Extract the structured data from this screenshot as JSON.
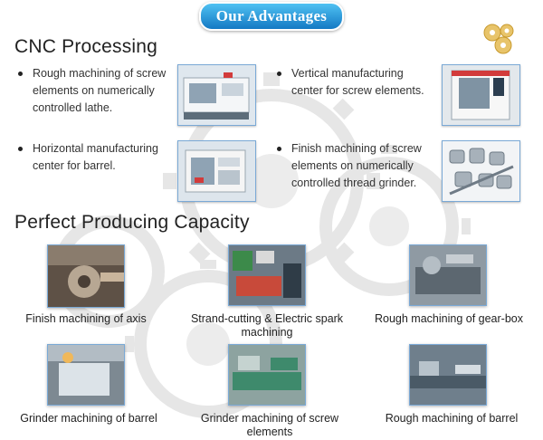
{
  "header": {
    "banner": "Our Advantages"
  },
  "cnc": {
    "title": "CNC Processing",
    "items": [
      {
        "text": "Rough machining of screw elements on numerically controlled lathe."
      },
      {
        "text": "Vertical manufacturing center for screw elements."
      },
      {
        "text": "Horizontal manufacturing center for barrel."
      },
      {
        "text": "Finish machining of screw elements on numerically controlled thread grinder."
      }
    ]
  },
  "capacity": {
    "title": "Perfect Producing Capacity",
    "items": [
      {
        "caption": "Finish machining of axis"
      },
      {
        "caption": "Strand-cutting & Electric spark machining"
      },
      {
        "caption": "Rough machining of gear-box"
      },
      {
        "caption": "Grinder machining of barrel"
      },
      {
        "caption": "Grinder machining of screw elements"
      },
      {
        "caption": "Rough machining of barrel"
      }
    ]
  },
  "colors": {
    "banner_top": "#4fc1f2",
    "banner_bottom": "#1479c4",
    "frame": "#7aa9d6",
    "gear_bg": "#d9d9d9"
  }
}
